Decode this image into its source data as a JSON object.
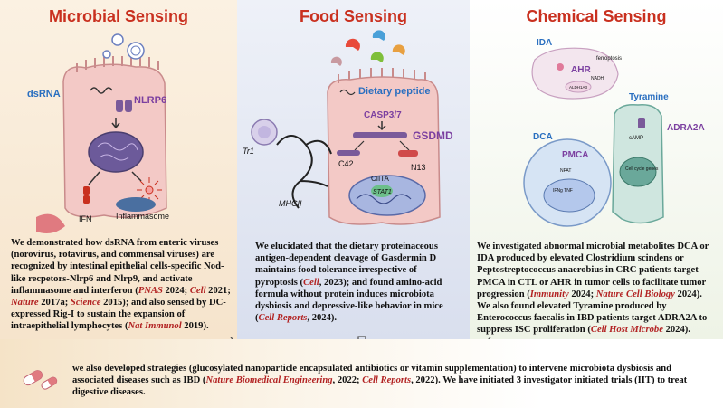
{
  "panels": {
    "microbial": {
      "title": "Microbial Sensing",
      "labels": {
        "dsrna": "dsRNA",
        "nlrp6": "NLRP6",
        "ifn": "IFN",
        "inflammasome": "Inflammasome"
      },
      "text_parts": [
        "We demonstrated how dsRNA from enteric viruses (norovirus, rotavirus, and commensal viruses) are recognized by intestinal epithelial cells-specific Nod-like recpetors-Nlrp6 and Nlrp9, and activate inflammasome and interferon (",
        "PNAS",
        " 2024; ",
        "Cell",
        " 2021; ",
        "Nature",
        " 2017a; ",
        "Science",
        " 2015); and also sensed by DC-expressed Rig-I to sustain the expansion of intraepithelial lymphocytes (",
        "Nat Immunol",
        " 2019)."
      ]
    },
    "food": {
      "title": "Food Sensing",
      "labels": {
        "tr1": "Tr1",
        "mhcii": "MHCII",
        "dietary_peptide": "Dietary peptide",
        "casp37": "CASP3/7",
        "gsdmd": "GSDMD",
        "c42": "C42",
        "n13": "N13",
        "ciita": "CIITA",
        "stat1": "STAT1"
      },
      "text_parts": [
        "We elucidated that the dietary proteinaceous antigen-dependent cleavage of Gasdermin D maintains food tolerance irrespective of pyroptosis (",
        "Cell",
        ", 2023); and found amino-acid formula without protein induces microbiota dysbiosis and depressive-like behavior in mice (",
        "Cell Reports",
        ", 2024)."
      ]
    },
    "chemical": {
      "title": "Chemical Sensing",
      "labels": {
        "ida": "IDA",
        "ahr": "AHR",
        "ferroptosis": "ferroptosis",
        "nadh": "NADH",
        "aldh1a3": "ALDH1A3",
        "tyramine": "Tyramine",
        "adra2a": "ADRA2A",
        "camp": "cAMP",
        "dca": "DCA",
        "pmca": "PMCA",
        "nfat": "NFAT",
        "ifng_tnf": "IFNg TNF",
        "cell_cycle": "Cell cycle genes"
      },
      "text_parts": [
        "We investigated abnormal microbial metabolites DCA or IDA produced by elevated Clostridium scindens or Peptostreptococcus anaerobius in CRC patients target PMCA in CTL or AHR in tumor cells to facilitate tumor progression (",
        "Immunity",
        " 2024; ",
        "Nature Cell Biology",
        " 2024). We also found elevated Tyramine produced by Enterococcus faecalis in IBD patients target ADRA2A to suppress ISC proliferation (",
        "Cell Host Microbe",
        " 2024)."
      ]
    }
  },
  "bottom": {
    "text_parts": [
      "we also developed strategies (glucosylated nanoparticle encapsulated antibiotics or vitamin supplementation) to intervene microbiota dysbiosis and associated diseases such as IBD (",
      "Nature Biomedical Engineering",
      ", 2022; ",
      "Cell Reports",
      ", 2022). We have initiated 3 investigator initiated trials (IIT) to treat digestive diseases."
    ]
  },
  "colors": {
    "title_red": "#c9301f",
    "citation_red": "#b22222",
    "label_blue": "#2a6fc0",
    "label_purple": "#7b3fa0"
  },
  "icons": [
    "down-arrow-icon",
    "capsule-icon"
  ]
}
